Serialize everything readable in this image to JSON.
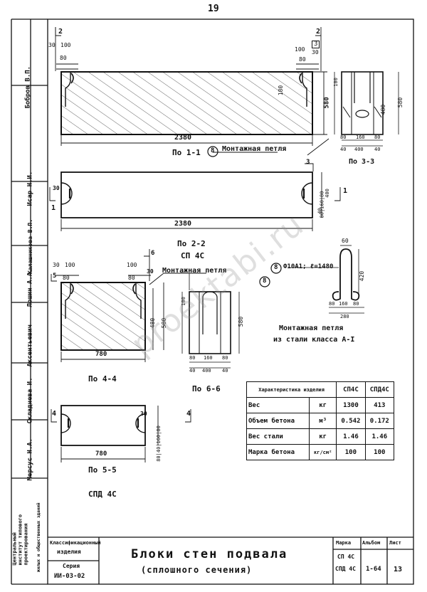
{
  "page_number": "19",
  "labels": {
    "sec_2_top": "2",
    "sec_2_top_r": "2",
    "dim_30_a": "30",
    "dim_100_a": "100",
    "dim_80_a": "80",
    "dim_100_b": "100",
    "dim_30_b": "30",
    "dim_80_b": "80",
    "dim_3_box": "3",
    "dim_180": "180",
    "dim_580_1": "580",
    "dim_2380_1": "2380",
    "view_1_1": "По 1-1",
    "circle8": "8",
    "montazh_1": "Монтажная петля",
    "dim_100_s": "100",
    "dim_480_s": "480",
    "dim_580_s": "580",
    "dim_80_s1": "80",
    "dim_160_s": "160",
    "dim_80_s2": "80",
    "dim_40_s1": "40",
    "dim_400_s": "400",
    "dim_40_s2": "40",
    "view_3_3": "По 3-3",
    "sec_3": "3",
    "sec_1_l_num": "30",
    "sec_1_l": "1",
    "sec_1_r": "1",
    "dim_v_stack_1": "80|160|80",
    "dim_400_2": "400",
    "dim_40_2": "40",
    "dim_2380_2": "2380",
    "view_2_2": "По 2-2",
    "mark_sp4s": "СП 4С",
    "sec_6": "6",
    "sec_5": "5",
    "dim_30_c": "30",
    "dim_100_c": "100",
    "dim_80_c": "80",
    "dim_100_d": "100",
    "dim_30_d": "30",
    "dim_80_d": "80",
    "montazh_2": "Монтажная петля",
    "circle8_b": "8",
    "circle8_c": "8",
    "dim_480_4": "480",
    "dim_580_4": "580",
    "dim_780_4": "780",
    "view_4_4": "По 4-4",
    "dim_100_6": "100",
    "dim_580_6": "580",
    "dim_40_6a": "40",
    "dim_160_6": "160",
    "dim_80_6b": "80",
    "dim_80_6a": "80",
    "dim_40_6b": "40",
    "dim_400_6": "400",
    "view_6_6": "По 6-6",
    "loop_spec": "Ф10А1; ℓ=1480",
    "loop_60": "60",
    "loop_420": "420",
    "loop_80a": "80",
    "loop_160": "160",
    "loop_80b": "80",
    "loop_280": "280",
    "loop_caption_1": "Монтажная петля",
    "loop_caption_2": "из стали класса А-I",
    "sec_4_r": "4",
    "sec_4_l": "4",
    "dim_30_5": "30",
    "dim_v_stack_5": "80|40|160|80",
    "dim_780_5": "780",
    "view_5_5": "По 5-5",
    "mark_spd4s": "СПД 4С"
  },
  "table": {
    "header": "Характеристика изделия",
    "col1": "СП4С",
    "col2": "СПД4С",
    "rows": [
      {
        "name": "Вес",
        "unit": "кг",
        "v1": "1300",
        "v2": "413"
      },
      {
        "name": "Объем бетона",
        "unit": "м³",
        "v1": "0.542",
        "v2": "0.172"
      },
      {
        "name": "Вес стали",
        "unit": "кг",
        "v1": "1.46",
        "v2": "1.46"
      },
      {
        "name": "Марка бетона",
        "unit": "кг/см²",
        "v1": "100",
        "v2": "100"
      }
    ]
  },
  "side_stamp": [
    "Бобров В.П.",
    "Исар Н.И.",
    "Калашникова В.П.",
    "Лошин А.А.",
    "Аксентьевич",
    "Складнева И.",
    "Мерсус Н.А."
  ],
  "side_org": [
    "Центральный",
    "институт типового",
    "проектирования",
    "жилых и общественных зданий"
  ],
  "title_block": {
    "left_1": "Классификационный",
    "left_2": "изделия",
    "left_3": "Серия",
    "left_4": "ИИ-03-02",
    "title_1": "Блоки стен подвала",
    "title_2": "(сплошного сечения)",
    "col_marka": "Марка",
    "col_album": "Альбом",
    "col_sheet": "Лист",
    "marka_1": "СП 4С",
    "marka_2": "СПД 4С",
    "album": "1-64",
    "sheet": "13"
  }
}
